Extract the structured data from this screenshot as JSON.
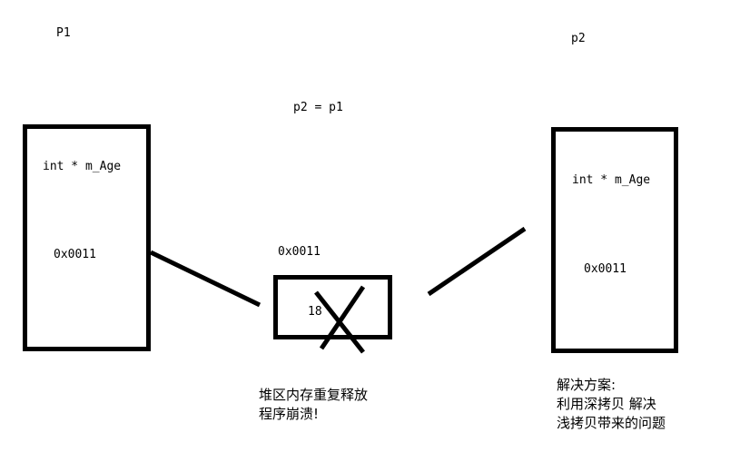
{
  "labels": {
    "p1": "P1",
    "p2": "p2",
    "assignment": "p2 = p1",
    "heap_address": "0x0011"
  },
  "left_object": {
    "member": "int * m_Age",
    "pointer_value": "0x0011"
  },
  "right_object": {
    "member": "int * m_Age",
    "pointer_value": "0x0011"
  },
  "heap_block": {
    "value": "18"
  },
  "notes": {
    "problem_line1": "堆区内存重复释放",
    "problem_line2": "程序崩溃!",
    "solution_line1": "解决方案:",
    "solution_line2": "利用深拷贝 解决",
    "solution_line3": "浅拷贝带来的问题"
  },
  "colors": {
    "stroke": "#000000",
    "background": "#ffffff"
  }
}
